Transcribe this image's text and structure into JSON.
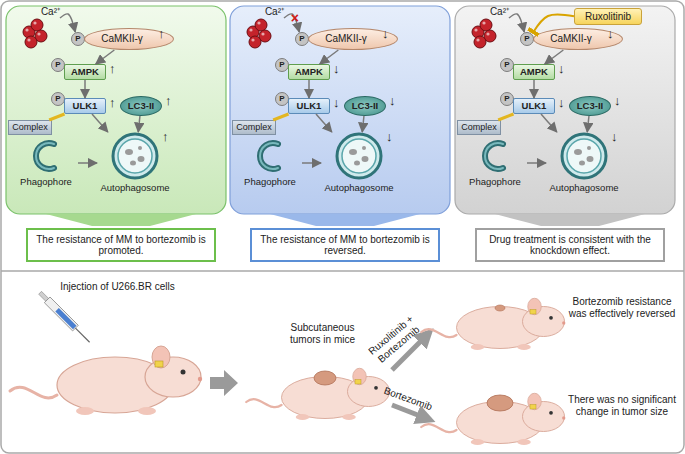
{
  "diagram": {
    "nodes": [
      {
        "text": [
          "Ca²⁺"
        ]
      },
      {
        "text": [
          "P"
        ]
      },
      {
        "text": [
          "CaMKII-γ"
        ]
      },
      {
        "text": [
          "P"
        ]
      },
      {
        "text": [
          "AMPK"
        ]
      },
      {
        "text": [
          "P"
        ]
      },
      {
        "text": [
          "ULK1"
        ]
      },
      {
        "text": [
          "Complex"
        ]
      },
      {
        "text": [
          "LC3-II"
        ]
      },
      {
        "text": [
          "Phagophore"
        ]
      },
      {
        "text": [
          "Autophagosome"
        ]
      },
      {
        "text": [
          "The resistance of MM to bortezomib is promoted."
        ]
      },
      {
        "text": [
          "Ca²⁺"
        ]
      },
      {
        "text": [
          "P"
        ]
      },
      {
        "text": [
          "CaMKII-γ"
        ]
      },
      {
        "text": [
          "P"
        ]
      },
      {
        "text": [
          "AMPK"
        ]
      },
      {
        "text": [
          "P"
        ]
      },
      {
        "text": [
          "ULK1"
        ]
      },
      {
        "text": [
          "Complex"
        ]
      },
      {
        "text": [
          "LC3-II"
        ]
      },
      {
        "text": [
          "Phagophore"
        ]
      },
      {
        "text": [
          "Autophagosome"
        ]
      },
      {
        "text": [
          "The resistance of MM to bortezomib is reversed."
        ]
      },
      {
        "text": [
          "Ruxolitinib"
        ]
      },
      {
        "text": [
          "Ca²⁺"
        ]
      },
      {
        "text": [
          "P"
        ]
      },
      {
        "text": [
          "CaMKII-γ"
        ]
      },
      {
        "text": [
          "P"
        ]
      },
      {
        "text": [
          "AMPK"
        ]
      },
      {
        "text": [
          "P"
        ]
      },
      {
        "text": [
          "ULK1"
        ]
      },
      {
        "text": [
          "Complex"
        ]
      },
      {
        "text": [
          "LC3-II"
        ]
      },
      {
        "text": [
          "Phagophore"
        ]
      },
      {
        "text": [
          "Autophagosome"
        ]
      },
      {
        "text": [
          "Drug treatment is consistent with the knockdown effect."
        ]
      }
    ],
    "edges": [
      {
        "from": 0,
        "to": 1,
        "arrow": "to"
      },
      {
        "from": 2,
        "to": 4,
        "arrow": "to"
      },
      {
        "from": 4,
        "to": 6,
        "arrow": "to"
      },
      {
        "from": 7,
        "to": 6,
        "arrow": "none"
      },
      {
        "from": 6,
        "to": 10,
        "arrow": "to"
      },
      {
        "from": 8,
        "to": 10,
        "arrow": "to"
      },
      {
        "from": 9,
        "to": 10,
        "arrow": "to"
      },
      {
        "from": 12,
        "to": 13,
        "label": "×",
        "arrow": "to"
      },
      {
        "from": 14,
        "to": 16,
        "arrow": "to"
      },
      {
        "from": 16,
        "to": 18,
        "arrow": "to"
      },
      {
        "from": 19,
        "to": 18,
        "arrow": "none"
      },
      {
        "from": 18,
        "to": 22,
        "arrow": "to"
      },
      {
        "from": 20,
        "to": 22,
        "arrow": "to"
      },
      {
        "from": 21,
        "to": 22,
        "arrow": "to"
      },
      {
        "from": 25,
        "to": 26,
        "arrow": "to"
      },
      {
        "from": 27,
        "to": 29,
        "arrow": "to"
      },
      {
        "from": 29,
        "to": 31,
        "arrow": "to"
      },
      {
        "from": 32,
        "to": 31,
        "arrow": "none"
      },
      {
        "from": 31,
        "to": 35,
        "arrow": "to"
      },
      {
        "from": 33,
        "to": 35,
        "arrow": "to"
      },
      {
        "from": 34,
        "to": 35,
        "arrow": "to"
      },
      {
        "from": 24,
        "to": 26,
        "arrow": "to"
      }
    ],
    "labels": [
      "↑",
      "↑",
      "↑",
      "↑",
      "↑",
      "↓",
      "↓",
      "↓",
      "↓",
      "↓",
      "↓",
      "↓",
      "↓",
      "↓",
      "↓",
      "Injection of U266.BR cells",
      "Subcutaneous tumors in mice",
      "Ruxolitinib + Bortezomib",
      "Bortezomib",
      "Bortezomib resistance was effectively reversed",
      "There was no significant change in tumor size"
    ]
  }
}
